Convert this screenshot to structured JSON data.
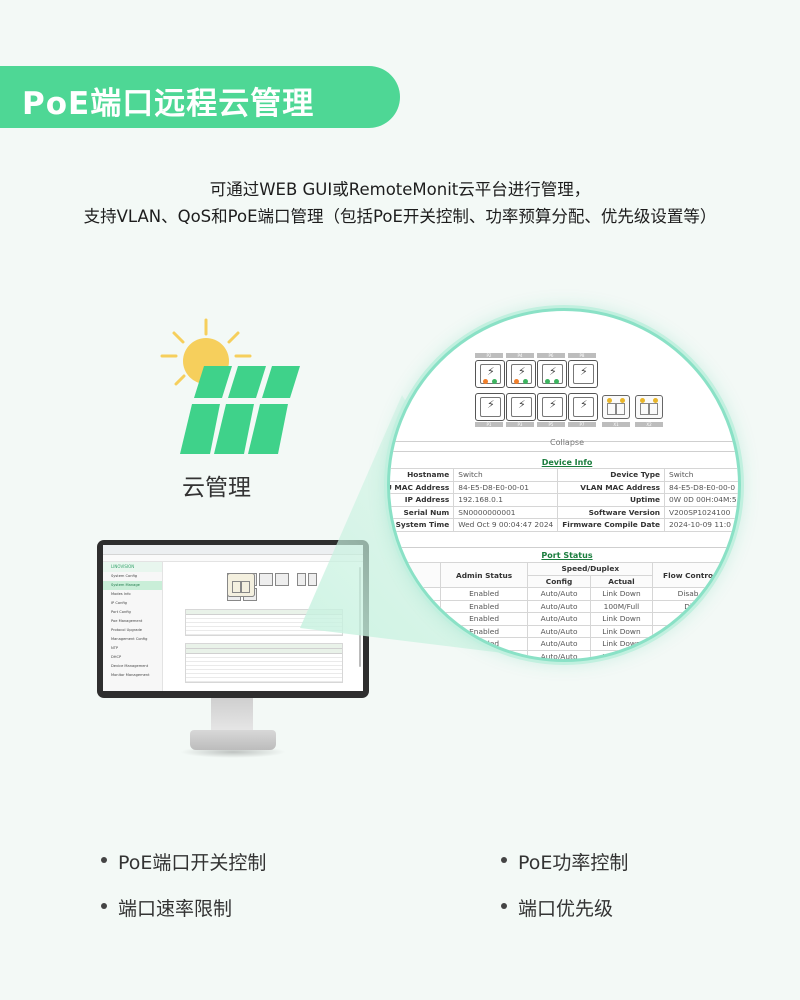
{
  "header": {
    "title": "PoE端口远程云管理"
  },
  "subtitle": {
    "line1": "可通过WEB GUI或RemoteMonit云平台进行管理，",
    "line2": "支持VLAN、QoS和PoE端口管理（包括PoE开关控制、功率预算分配、优先级设置等）"
  },
  "cloud": {
    "label": "云管理",
    "icon": "solar-sun-icon"
  },
  "colors": {
    "accent": "#4ed795",
    "panel": "#3fd28a",
    "sun": "#f6cf5c",
    "link_green": "#1a7d3d"
  },
  "mini_ui": {
    "brand": "LINOVISION",
    "menu": [
      "System Config",
      "System Manage",
      "Modes Info",
      "IP Config",
      "Port Config",
      "Poe Management",
      "Protocol Upgrade",
      "Management Config",
      "NTP",
      "DHCP",
      "Device Management",
      "Monitor Management"
    ]
  },
  "device_panel": {
    "port_top_labels": [
      "P2",
      "P4",
      "P6",
      "P8"
    ],
    "port_bottom_labels": [
      "P1",
      "P3",
      "P5",
      "P7"
    ],
    "sfp_labels": [
      "X1",
      "X2"
    ],
    "collapse_label": "Collapse"
  },
  "device_info": {
    "title": "Device Info",
    "rows": [
      {
        "k1": "Hostname",
        "v1": "Switch",
        "k2": "Device Type",
        "v2": "Switch"
      },
      {
        "k1": "CPU MAC Address",
        "v1": "84-E5-D8-E0-00-01",
        "k2": "VLAN MAC Address",
        "v2": "84-E5-D8-E0-00-0"
      },
      {
        "k1": "IP Address",
        "v1": "192.168.0.1",
        "k2": "Uptime",
        "v2": "0W 0D 00H:04M:5"
      },
      {
        "k1": "Serial Num",
        "v1": "SN0000000001",
        "k2": "Software Version",
        "v2": "V200SP1024100"
      },
      {
        "k1": "rent System Time",
        "v1": "Wed Oct 9 00:04:47 2024",
        "k2": "Firmware Compile Date",
        "v2": "2024-10-09 11:0"
      }
    ]
  },
  "port_status": {
    "title": "Port Status",
    "headers": {
      "admin": "Admin Status",
      "speed": "Speed/Duplex",
      "config": "Config",
      "actual": "Actual",
      "flow": "Flow Contro"
    },
    "rows": [
      {
        "admin": "Enabled",
        "config": "Auto/Auto",
        "actual": "Link Down",
        "flow": "Disab"
      },
      {
        "admin": "Enabled",
        "config": "Auto/Auto",
        "actual": "100M/Full",
        "flow": "Di"
      },
      {
        "admin": "Enabled",
        "config": "Auto/Auto",
        "actual": "Link Down",
        "flow": ""
      },
      {
        "admin": "Enabled",
        "config": "Auto/Auto",
        "actual": "Link Down",
        "flow": ""
      },
      {
        "admin": "Enabled",
        "config": "Auto/Auto",
        "actual": "Link Down",
        "flow": ""
      },
      {
        "admin": "",
        "config": "Auto/Auto",
        "actual": "Link Down",
        "flow": ""
      }
    ]
  },
  "features": {
    "left": [
      "PoE端口开关控制",
      "端口速率限制"
    ],
    "right": [
      "PoE功率控制",
      "端口优先级"
    ]
  }
}
